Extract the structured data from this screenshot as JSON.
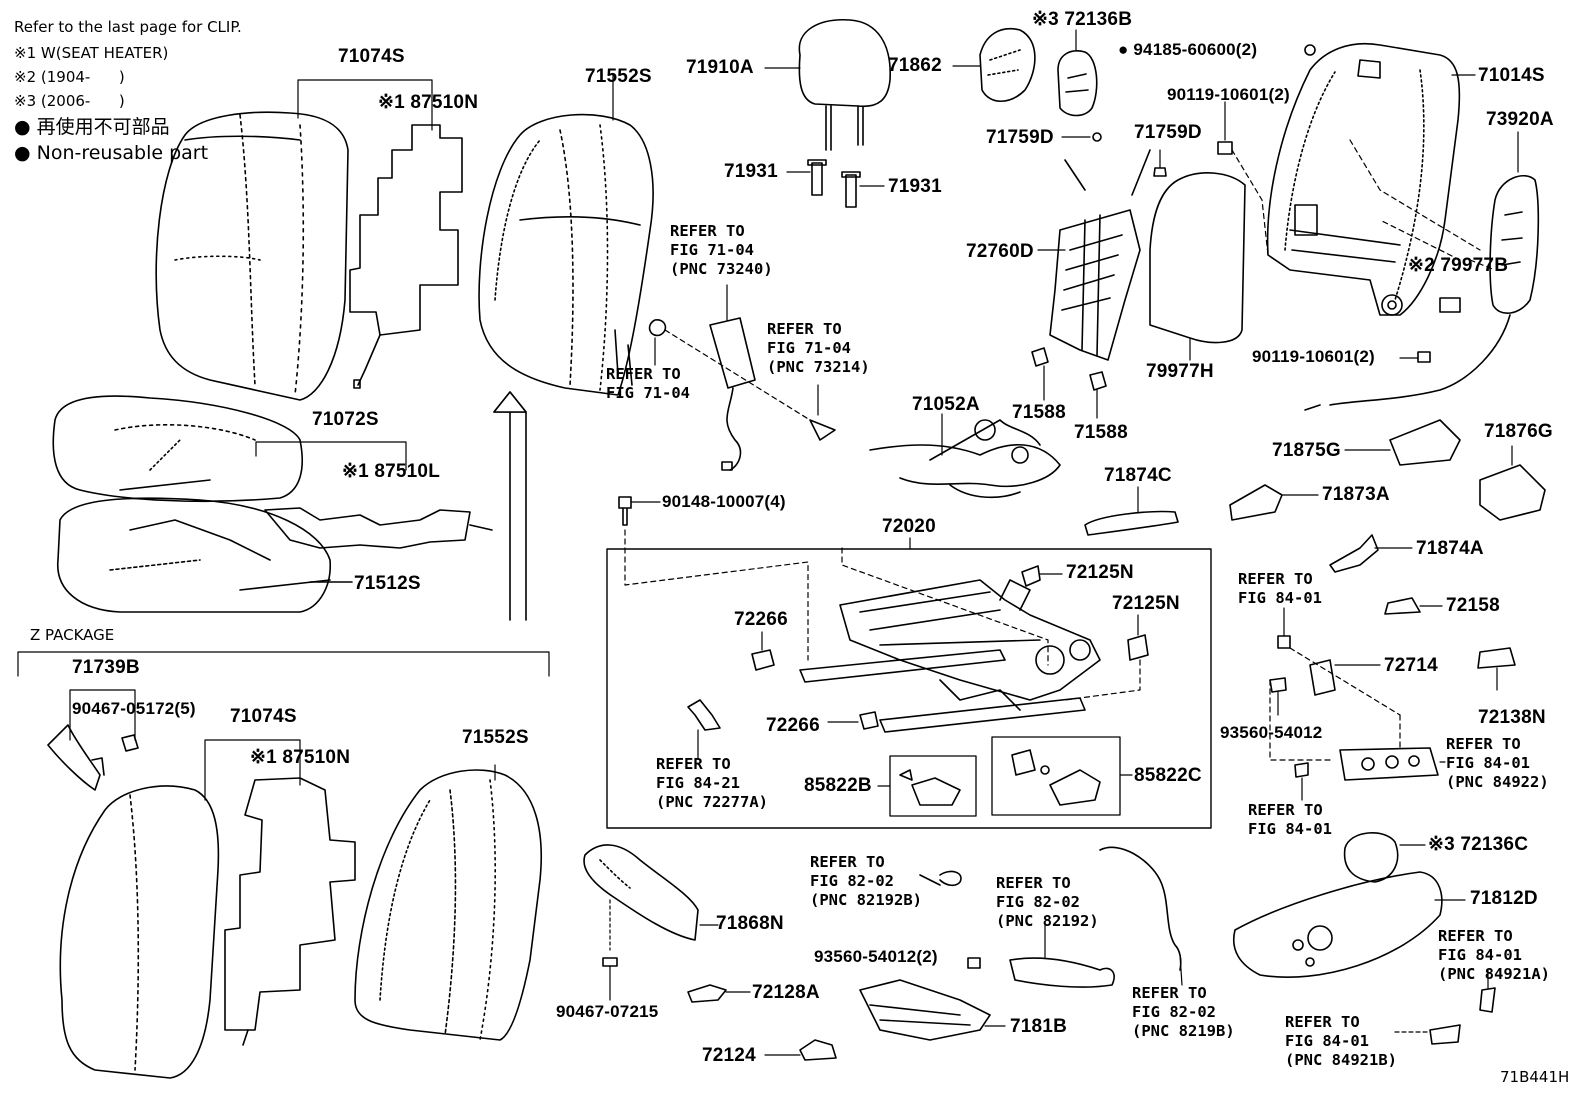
{
  "notes": {
    "clip": "Refer to the last page for CLIP.",
    "n1": "※1 W(SEAT HEATER)",
    "n2": "※2 (1904-      )",
    "n3": "※3 (2006-      )",
    "jp": "● 再使用不可部品",
    "nr": "● Non-reusable part"
  },
  "package_label": "Z PACKAGE",
  "figure_code": "71B441H",
  "parts": {
    "p71074S_a": "71074S",
    "p87510N_a": "※1 87510N",
    "p71072S": "71072S",
    "p87510L": "※1 87510L",
    "p71512S": "71512S",
    "p71552S_a": "71552S",
    "p71910A": "71910A",
    "p71931_a": "71931",
    "p71931_b": "71931",
    "p71862": "71862",
    "p72136B": "※3 72136B",
    "p94185": "● 94185-60600(2)",
    "p71014S": "71014S",
    "p90119_a": "90119-10601(2)",
    "p71759D_a": "71759D",
    "p71759D_b": "71759D",
    "p72760D": "72760D",
    "p73920A": "73920A",
    "p79977B": "※2 79977B",
    "p90119_b": "90119-10601(2)",
    "p79977H": "79977H",
    "p71588_a": "71588",
    "p71588_b": "71588",
    "p71052A": "71052A",
    "p71874C": "71874C",
    "p71875G": "71875G",
    "p71876G": "71876G",
    "p71873A": "71873A",
    "p71874A": "71874A",
    "p90148": "90148-10007(4)",
    "p72020": "72020",
    "p72125N_a": "72125N",
    "p72125N_b": "72125N",
    "p72266_a": "72266",
    "p72266_b": "72266",
    "p85822B": "85822B",
    "p85822C": "85822C",
    "p72158": "72158",
    "p72714": "72714",
    "p93560_a": "93560-54012",
    "p72138N": "72138N",
    "p72136C": "※3 72136C",
    "p71812D": "71812D",
    "p71739B": "71739B",
    "p90467_a": "90467-05172(5)",
    "p71074S_b": "71074S",
    "p87510N_b": "※1 87510N",
    "p71552S_b": "71552S",
    "p71868N": "71868N",
    "p90467_b": "90467-07215",
    "p72128A": "72128A",
    "p72124": "72124",
    "p93560_b": "93560-54012(2)",
    "p7181B": "7181B"
  },
  "refs": {
    "r1": "REFER TO\nFIG 71-04\n(PNC 73240)",
    "r2": "REFER TO\nFIG 71-04",
    "r3": "REFER TO\nFIG 71-04\n(PNC 73214)",
    "r4": "REFER TO\nFIG 84-01",
    "r5": "REFER TO\nFIG 84-21\n(PNC 72277A)",
    "r6": "REFER TO\nFIG 84-01\n(PNC 84922)",
    "r7": "REFER TO\nFIG 84-01",
    "r8": "REFER TO\nFIG 82-02\n(PNC 82192B)",
    "r9": "REFER TO\nFIG 82-02\n(PNC 82192)",
    "r10": "REFER TO\nFIG 82-02\n(PNC 8219B)",
    "r11": "REFER TO\nFIG 84-01\n(PNC 84921A)",
    "r12": "REFER TO\nFIG 84-01\n(PNC 84921B)"
  }
}
